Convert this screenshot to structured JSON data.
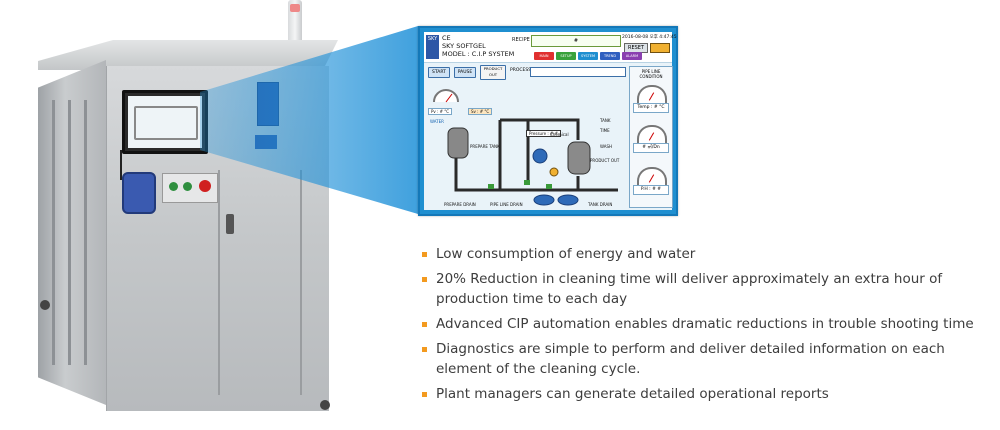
{
  "colors": {
    "accent_bullet": "#f39a1f",
    "text": "#3d3d3d",
    "beam": "#1e90d8",
    "hmi_frame": "#1f8fd0"
  },
  "hmi": {
    "brand": {
      "logo_text": "SKY",
      "line1": "CE",
      "line2": "SKY SOFTGEL",
      "line3": "MODEL : C.I.P SYSTEM"
    },
    "recipe_label": "RECIPE :",
    "recipe_value": "#",
    "datetime": "2016-08-08 오후 4:47:45",
    "reset_label": "RESET",
    "tabs": [
      {
        "label": "MAIN",
        "color": "#e0302f"
      },
      {
        "label": "SETUP",
        "color": "#39a23b"
      },
      {
        "label": "SYSTEM",
        "color": "#1e8fd0"
      },
      {
        "label": "TREND",
        "color": "#2f5fc0"
      },
      {
        "label": "ALARM",
        "color": "#8a3fb0"
      }
    ],
    "buttons": {
      "start": "START",
      "pause": "PAUSE",
      "product_out": "PRODUCT OUT"
    },
    "process_label": "PROCESS",
    "pipe_line": {
      "title": "PIPE LINE CONDITION",
      "temp": "Temp : # °C",
      "flow": "# ㎥/Dn",
      "ph": "P.H : # #"
    },
    "diagram": {
      "pressure": "Pressure : # #",
      "pv": "Pv : # °C",
      "sv": "Sv : # °C",
      "water": "WATER",
      "prepare_tank": "PREPARE TANK",
      "chemical": "Chemical",
      "tank": "TANK",
      "time": "TIME",
      "wash": "WASH",
      "product_out": "PRODUCT OUT",
      "prepare_drain": "PREPARE DRAIN",
      "pipe_line_drain": "PIPE LINE DRAIN",
      "tank_drain": "TANK DRAIN"
    }
  },
  "features": [
    "Low consumption of energy and water",
    "20% Reduction in cleaning time will deliver approximately an extra hour of production time to each day",
    "Advanced CIP automation enables dramatic reductions in trouble shooting time",
    "Diagnostics are simple to perform and deliver detailed information on each element of the cleaning cycle.",
    "Plant managers can generate detailed operational reports"
  ]
}
